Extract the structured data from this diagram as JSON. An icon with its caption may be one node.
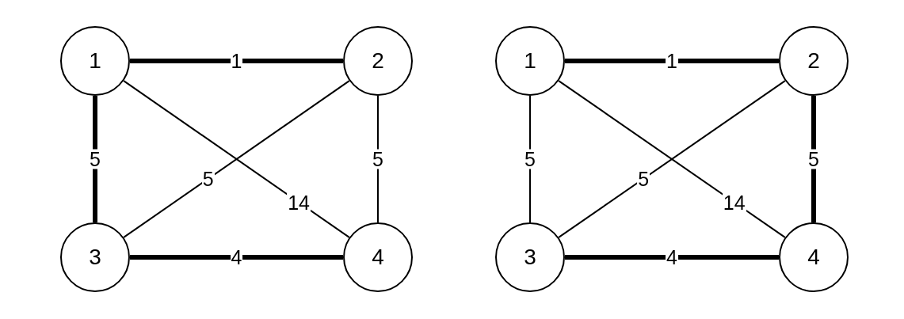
{
  "diagram": {
    "nodes": [
      {
        "text": [
          "1"
        ]
      },
      {
        "text": [
          "2"
        ]
      },
      {
        "text": [
          "3"
        ]
      },
      {
        "text": [
          "4"
        ]
      },
      {
        "text": [
          "1"
        ]
      },
      {
        "text": [
          "2"
        ]
      },
      {
        "text": [
          "3"
        ]
      },
      {
        "text": [
          "4"
        ]
      }
    ],
    "edges": [
      {
        "from": 0,
        "to": 1,
        "arrow": "none",
        "label": "1",
        "style": "thick"
      },
      {
        "from": 0,
        "to": 2,
        "arrow": "none",
        "label": "5",
        "style": "thick"
      },
      {
        "from": 1,
        "to": 2,
        "arrow": "none",
        "label": "5"
      },
      {
        "from": 0,
        "to": 3,
        "arrow": "none",
        "label": "14"
      },
      {
        "from": 1,
        "to": 3,
        "arrow": "none",
        "label": "5"
      },
      {
        "from": 2,
        "to": 3,
        "arrow": "none",
        "label": "4",
        "style": "thick"
      },
      {
        "from": 4,
        "to": 5,
        "arrow": "none",
        "label": "1",
        "style": "thick"
      },
      {
        "from": 4,
        "to": 6,
        "arrow": "none",
        "label": "5"
      },
      {
        "from": 5,
        "to": 6,
        "arrow": "none",
        "label": "5"
      },
      {
        "from": 4,
        "to": 7,
        "arrow": "none",
        "label": "14"
      },
      {
        "from": 5,
        "to": 7,
        "arrow": "none",
        "label": "5",
        "style": "thick"
      },
      {
        "from": 6,
        "to": 7,
        "arrow": "none",
        "label": "4",
        "style": "thick"
      }
    ]
  }
}
